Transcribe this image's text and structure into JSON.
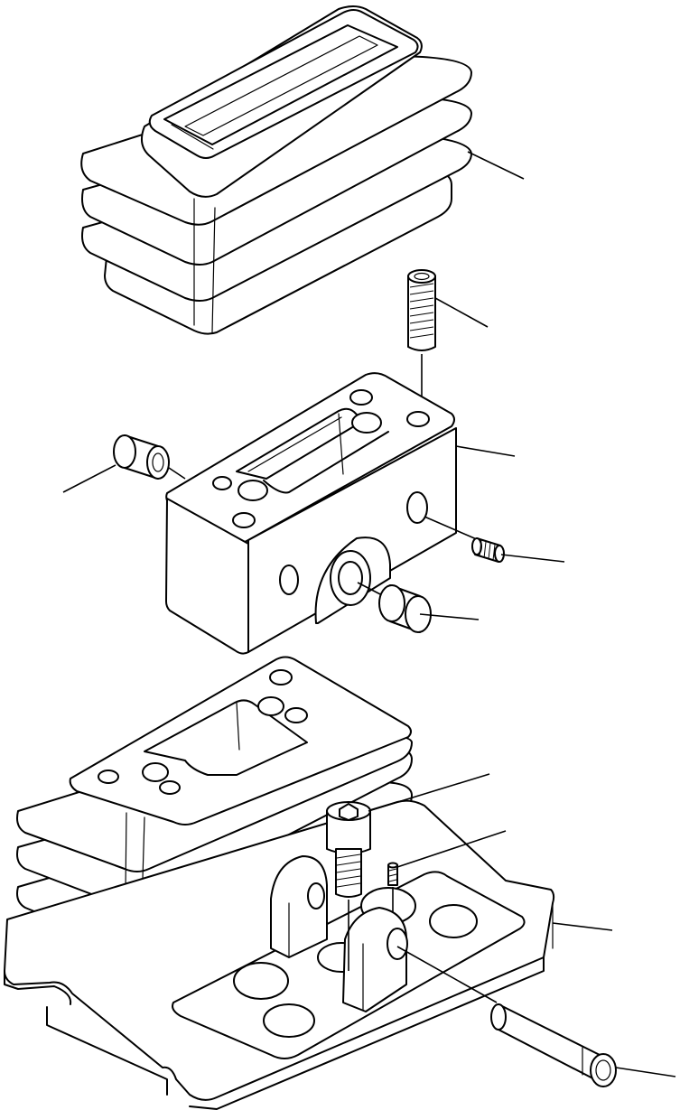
{
  "diagram": {
    "parts": [
      {
        "id": "upper-boot"
      },
      {
        "id": "set-screw-long"
      },
      {
        "id": "lever-block"
      },
      {
        "id": "bushing-left"
      },
      {
        "id": "set-screw-short"
      },
      {
        "id": "bushing-front"
      },
      {
        "id": "lower-boot"
      },
      {
        "id": "cap-screw"
      },
      {
        "id": "small-pin"
      },
      {
        "id": "base-plate"
      },
      {
        "id": "clevis-pin"
      }
    ],
    "colors": {
      "line": "#000000",
      "background": "#ffffff"
    }
  }
}
